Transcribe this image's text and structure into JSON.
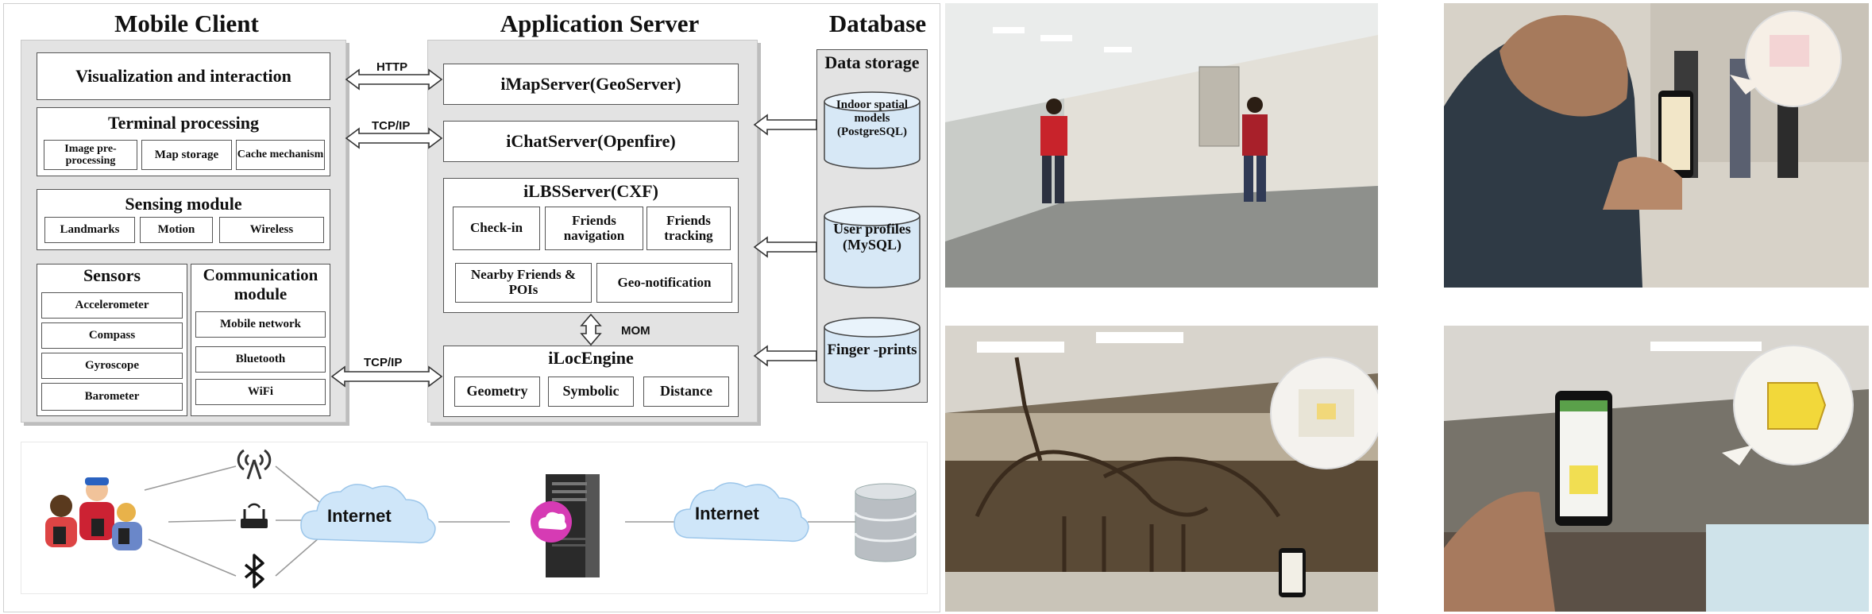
{
  "headers": {
    "mobile_client": "Mobile Client",
    "app_server": "Application Server",
    "database": "Database"
  },
  "mobile": {
    "visualization": "Visualization and interaction",
    "terminal": {
      "title": "Terminal processing",
      "items": [
        "Image pre-processing",
        "Map storage",
        "Cache mechanism"
      ]
    },
    "sensing": {
      "title": "Sensing module",
      "items": [
        "Landmarks",
        "Motion",
        "Wireless"
      ]
    },
    "sensors": {
      "title": "Sensors",
      "items": [
        "Accelerometer",
        "Compass",
        "Gyroscope",
        "Barometer"
      ]
    },
    "communication": {
      "title": "Communication module",
      "items": [
        "Mobile network",
        "Bluetooth",
        "WiFi"
      ]
    }
  },
  "links": {
    "http": "HTTP",
    "tcpip_top": "TCP/IP",
    "tcpip_bottom": "TCP/IP",
    "mom": "MOM"
  },
  "server": {
    "imap": "iMapServer(GeoServer)",
    "ichat": "iChatServer(Openfire)",
    "ilbs": {
      "title": "iLBSServer(CXF)",
      "items": [
        "Check-in",
        "Friends navigation",
        "Friends tracking",
        "Nearby Friends & POIs",
        "Geo-notification"
      ]
    },
    "iloc": {
      "title": "iLocEngine",
      "items": [
        "Geometry",
        "Symbolic",
        "Distance"
      ]
    }
  },
  "database": {
    "title": "Data storage",
    "stores": [
      "Indoor spatial models (PostgreSQL)",
      "User profiles (MySQL)",
      "Finger -prints"
    ]
  },
  "network": {
    "cloud1": "Internet",
    "cloud2": "Internet"
  },
  "icons": [
    "users-icon",
    "wifi-tower-icon",
    "router-icon",
    "bluetooth-icon",
    "cloud-icon",
    "server-icon",
    "database-icon",
    "smartphone-icon"
  ],
  "colors": {
    "group_bg": "#e3e3e3",
    "cylinder_fill": "#d7e8f6",
    "cloud_fill": "#cfe6f9",
    "accent_pink": "#d63bb4"
  }
}
